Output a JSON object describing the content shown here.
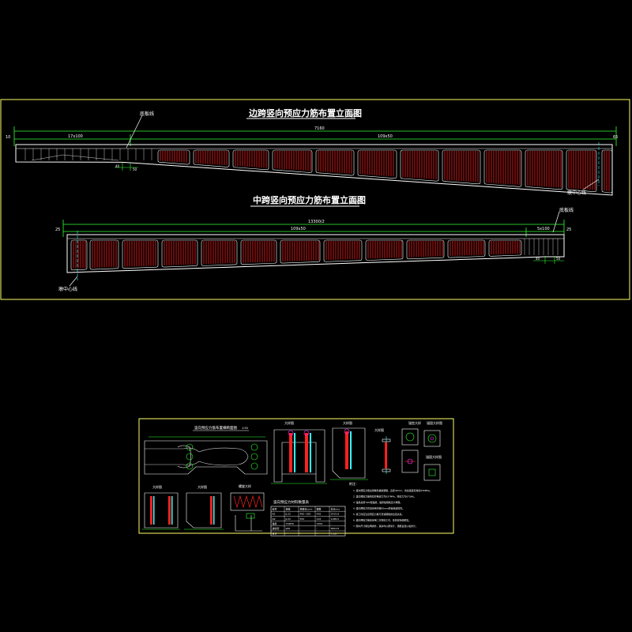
{
  "colors": {
    "background": "#000000",
    "frame": "#ffff66",
    "line": "#ffffff",
    "tendon": "#ff2020",
    "dimension": "#33ff33",
    "title": "#ffffff",
    "accent_cyan": "#33ffff",
    "accent_magenta": "#ff33ff"
  },
  "top_sheet": {
    "side_span": {
      "title": "边跨竖向预应力筋布置立面图",
      "title_scale": "1:200",
      "dim_total": "7160",
      "dim_left_end": "10",
      "dim_left": "17x100",
      "dim_right": "109x50",
      "dim_right_end": "65",
      "dim_small_a": "40",
      "dim_small_b": "50",
      "label_top": "底板线",
      "label_bottom": "墩中心线"
    },
    "mid_span": {
      "title": "中跨竖向预应力筋布置立面图",
      "title_scale": "1:200",
      "dim_total": "13300/2",
      "dim_left_end": "25",
      "dim_main": "109x50",
      "dim_right": "5x100",
      "dim_right_end": "25",
      "dim_small_a": "40",
      "dim_small_b": "50",
      "label_top": "底板线",
      "label_bottom": "墩中心线"
    }
  },
  "bottom_sheet": {
    "title_main": "竖向预应力筋布置横断面图",
    "title_scale": "1:50",
    "detail_titles": [
      "大样图",
      "大样图",
      "大样图",
      "锚垫大样",
      "锚固大样图",
      "锚固大样图"
    ],
    "spring_title": "螺旋大样",
    "table_title": "竖向预应力材料数量表",
    "notes_title": "附注：",
    "notes": [
      "1. 竖向预应力筋采用精轧螺纹钢筋，直径32mm，抗拉强度标准值930MPa。",
      "2. 竖向预应力筋张拉控制应力为837MPa，张拉力为673kN。",
      "3. 锚具采用YGM型锚具，锚垫板规格见大样图。",
      "4. 竖向预应力管道采用内径50mm的金属波纹管。",
      "5. 施工时应注意预应力筋与普通钢筋的位置关系。",
      "6. 竖向预应力筋应采用二次张拉工艺，压浆应饱满密实。",
      "7. 图中尺寸除注明者外，其余均以厘米计，钢筋直径以毫米计。"
    ],
    "table_header": [
      "编号",
      "规格",
      "单根长(cm)",
      "根数",
      "总长(m)"
    ],
    "table_rows": [
      [
        "N1",
        "JL32",
        "485~620",
        "436",
        "2415.8"
      ],
      [
        "N2",
        "JL32",
        "550",
        "216",
        "1188.0"
      ],
      [
        "锚具",
        "YGM32",
        "-",
        "1304",
        "-"
      ],
      [
        "波纹管",
        "φ50",
        "-",
        "-",
        "3603.8"
      ],
      [
        "合计",
        "-",
        "-",
        "-",
        "7.52t"
      ]
    ]
  }
}
